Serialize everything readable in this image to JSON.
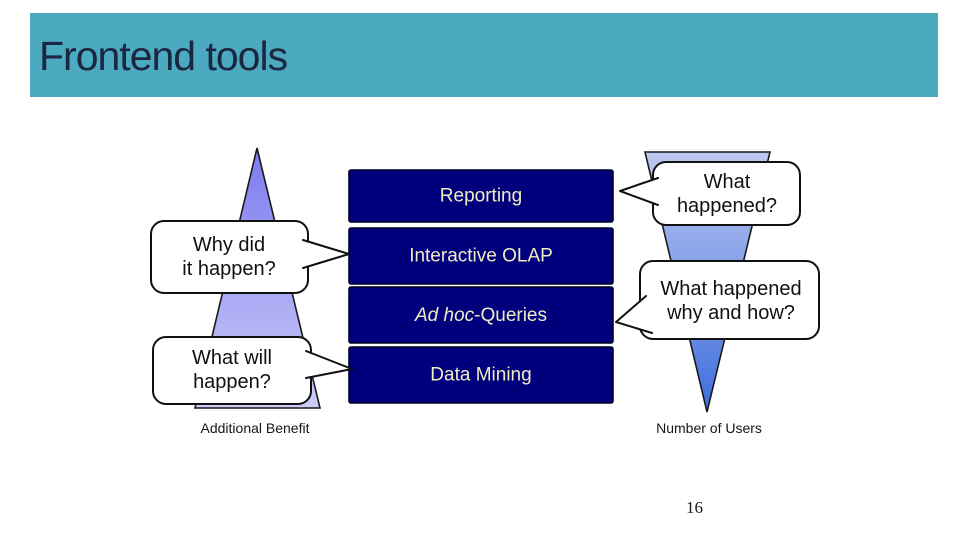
{
  "slide": {
    "title": "Frontend tools",
    "page_number": "16"
  },
  "diagram": {
    "boxes": [
      {
        "label": "Reporting"
      },
      {
        "label": "Interactive OLAP"
      },
      {
        "label_italic": "Ad hoc",
        "label_rest": "-Queries"
      },
      {
        "label": "Data Mining"
      }
    ],
    "callouts": [
      {
        "line1": "What",
        "line2": "happened?"
      },
      {
        "line1": "Why did",
        "line2": "it happen?"
      },
      {
        "line1": "What happened",
        "line2": "why and how?"
      },
      {
        "line1": "What will",
        "line2": "happen?"
      }
    ],
    "labels": {
      "left_axis": "Additional Benefit",
      "right_axis": "Number of Users"
    },
    "colors": {
      "header_bg": "#4BA9C0",
      "title_text": "#1B2740",
      "box_fill": "#00007D",
      "box_text": "#F0ECC2",
      "callout_fill": "#FFFFFF",
      "callout_border": "#111111",
      "pyramid_top": "#7B7BEF",
      "pyramid_bottom": "#CDCDF9",
      "funnel_top": "#BDC9F1",
      "funnel_bottom": "#3E6EDD"
    }
  }
}
